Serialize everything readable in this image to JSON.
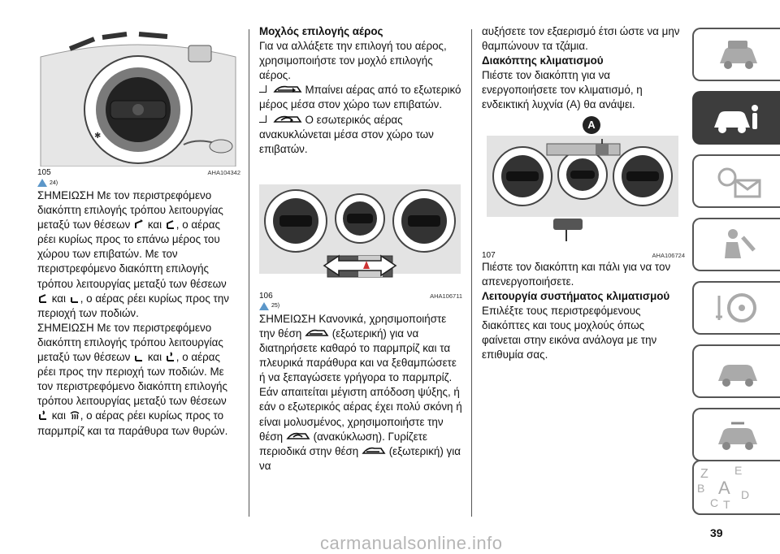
{
  "col1": {
    "figure_num": "105",
    "figure_ref": "AHA104342",
    "note_ref": "24)",
    "p1_a": "ΣΗΜΕΙΩΣΗ Με τον περιστρεφόμενο διακόπτη επιλογής τρόπου λειτουργίας μεταξύ των θέσεων",
    "p1_b": "και",
    "p1_c": ", ο αέρας ρέει κυρίως προς το επάνω μέρος του χώρου των επιβατών. Με τον περιστρεφόμενο διακόπτη επιλογής τρόπου λειτουργίας μεταξύ των θέσεων",
    "p1_d": "και",
    "p1_e": ", ο αέρας ρέει κυρίως προς την περιοχή των ποδιών.",
    "p2_a": "ΣΗΜΕΙΩΣΗ Με τον περιστρεφόμενο διακόπτη επιλογής τρόπου λειτουργίας μεταξύ των θέσεων",
    "p2_b": "και",
    "p2_c": ", ο αέρας ρέει προς την περιοχή των ποδιών. Με τον περιστρεφόμενο διακόπτη επιλογής τρόπου λειτουργίας μεταξύ των θέσεων",
    "p2_d": "και",
    "p2_e": ", ο αέρας ρέει κυρίως προς το παρμπρίζ και τα παράθυρα των θυρών."
  },
  "col2": {
    "heading": "Μοχλός επιλογής αέρος",
    "intro": "Για να αλλάξετε την επιλογή του αέρος, χρησιμοποιήστε τον μοχλό επιλογής αέρος.",
    "item1": "Μπαίνει αέρας από το εξωτερικό μέρος μέσα στον χώρο των επιβατών.",
    "item2": "Ο εσωτερικός αέρας ανακυκλώνεται μέσα στον χώρο των επιβατών.",
    "figure_num": "106",
    "figure_ref": "AHA106711",
    "note_ref": "25)",
    "n_a": "ΣΗΜΕΙΩΣΗ Κανονικά, χρησιμοποιήστε την θέση",
    "n_b": "(εξωτερική) για να διατηρήσετε καθαρό το παρμπρίζ και τα πλευρικά παράθυρα και να ξεθαμπώσετε ή να ξεπαγώσετε γρήγορα το παρμπρίζ. Εάν απαιτείται μέγιστη απόδοση ψύξης, ή εάν ο εξωτερικός αέρας έχει πολύ σκόνη ή είναι μολυσμένος, χρησιμοποιήστε την θέση",
    "n_c": "(ανακύκλωση). Γυρίζετε περιοδικά στην θέση",
    "n_d": "(εξωτερική) για να"
  },
  "col3": {
    "cont": "αυξήσετε τον εξαερισμό έτσι ώστε να μην θαμπώνουν τα τζάμια.",
    "h1": "Διακόπτης κλιματισμού",
    "p1": "Πιέστε τον διακόπτη για να ενεργοποιήσετε τον κλιματισμό, η ενδεικτική λυχνία (A) θα ανάψει.",
    "figure_label": "A",
    "figure_num": "107",
    "figure_ref": "AHA106724",
    "p2": "Πιέστε τον διακόπτη και πάλι για να τον απενεργοποιήσετε.",
    "h2": "Λειτουργία συστήματος κλιματισμού",
    "p3": "Επιλέξτε τους περιστρεφόμενους διακόπτες και τους μοχλούς όπως φαίνεται στην εικόνα ανάλογα με την επιθυμία σας."
  },
  "fig1_letter": "A",
  "rail_tabs": [
    {
      "icon": "car-dashboard-icon",
      "active": false
    },
    {
      "icon": "car-info-icon",
      "active": true
    },
    {
      "icon": "warning-light-mail-icon",
      "active": false
    },
    {
      "icon": "airbag-seat-icon",
      "active": false
    },
    {
      "icon": "steering-key-icon",
      "active": false
    },
    {
      "icon": "car-tools-icon",
      "active": false
    },
    {
      "icon": "car-wrench-icon",
      "active": false
    },
    {
      "icon": "specs-list-icon",
      "active": false
    },
    {
      "icon": "alphabet-index-icon",
      "active": false
    }
  ],
  "alpha_letters": [
    "Z",
    "E",
    "B",
    "A",
    "D",
    "C",
    "T"
  ],
  "page_number": "39",
  "watermark": "carmanualsonline.info"
}
